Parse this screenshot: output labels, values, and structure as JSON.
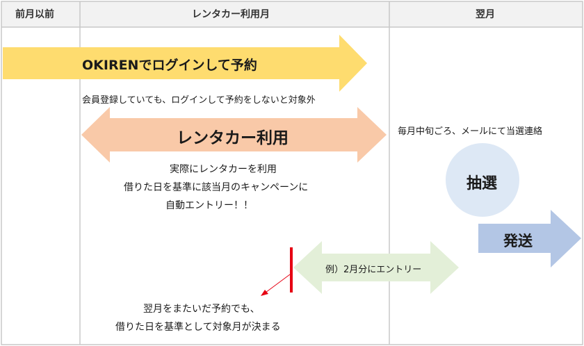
{
  "header": {
    "col1": "前月以前",
    "col2": "レンタカー利用月",
    "col3": "翌月"
  },
  "arrows": {
    "login": {
      "label": "OKIRENでログインして予約",
      "color": "#fedc6f"
    },
    "rental": {
      "label": "レンタカー利用",
      "color": "#f9c9a8"
    },
    "example": {
      "label": "例）2月分にエントリー",
      "color": "#e3efd8"
    },
    "ship": {
      "label": "発送",
      "color": "#b3c6e5"
    }
  },
  "notes": {
    "login_note": "会員登録していても、ログインして予約をしないと対象外",
    "rental_line1": "実際にレンタカーを利用",
    "rental_line2": "借りた日を基準に該当月のキャンペーンに",
    "rental_line3": "自動エントリー！！",
    "contact": "毎月中旬ごろ、メールにて当選連絡",
    "bottom_line1": "翌月をまたいだ予約でも、",
    "bottom_line2": "借りた日を基準として対象月が決まる"
  },
  "lottery": {
    "label": "抽選",
    "color": "#dde8f5"
  },
  "colors": {
    "grid": "#c8c8c8",
    "header_bg": "#f2f2f2",
    "marker": "#e60012"
  }
}
